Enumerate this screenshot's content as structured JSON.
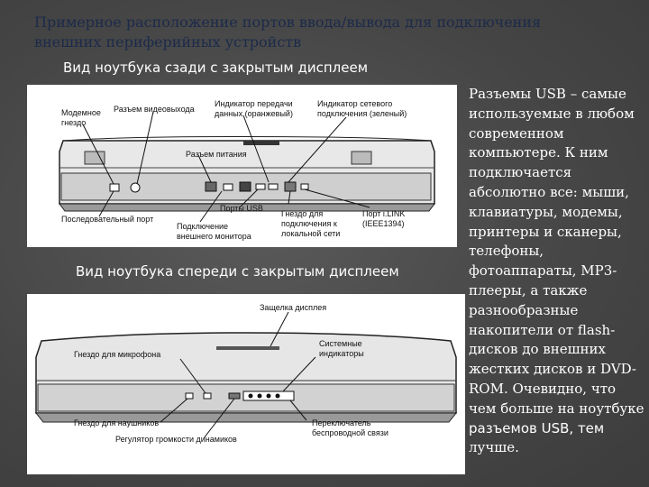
{
  "title": "Примерное расположение портов ввода/вывода для подключения внешних периферийных устройств",
  "rear_view": {
    "caption": "Вид ноутбука сзади с закрытым дисплеем",
    "labels": {
      "modem1": "Модемное",
      "modem2": "гнездо",
      "video": "Разъем видеовыхода",
      "data_led1": "Индикатор передачи",
      "data_led2": "данных (оранжевый)",
      "net_led1": "Индикатор сетевого",
      "net_led2": "подключения (зеленый)",
      "power": "Разъем питания",
      "serial": "Последовательный порт",
      "usb": "Порты USB",
      "monitor1": "Подключение",
      "monitor2": "внешнего монитора",
      "lan1": "Гнездо для",
      "lan2": "подключения к",
      "lan3": "локальной сети",
      "ilink1": "Порт i.LINK",
      "ilink2": "(IEEE1394)"
    }
  },
  "front_view": {
    "caption": "Вид ноутбука спереди с закрытым дисплеем",
    "labels": {
      "latch": "Защелка дисплея",
      "mic": "Гнездо для микрофона",
      "sys1": "Системные",
      "sys2": "индикаторы",
      "headphones": "Гнездо для наушников",
      "volume": "Регулятор громкости динамиков",
      "wifi1": "Переключатель",
      "wifi2": "беспроводной связи"
    }
  },
  "body": {
    "serif_part": "Разъемы USB – самые используемые в любом современном компьютере. К ним подключается абсолютно все: мыши, клавиатуры, модемы, принтеры и сканеры, телефоны, фотоаппараты, МР3-плееры, а также разнообразные накопители от flash-дисков до внешних жестких дисков и DVD-ROM. Очевидно, что чем больше на ноутбуке",
    "sans_part": "разъемов USB, тем",
    "serif_end": "лучше."
  }
}
